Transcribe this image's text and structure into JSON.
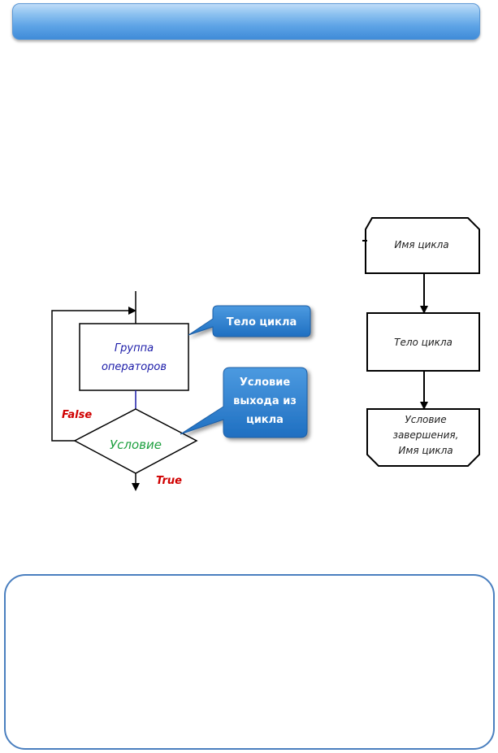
{
  "left_flowchart": {
    "process_text": [
      "Группа",
      "операторов"
    ],
    "condition_text": "Условие",
    "false_label": "False",
    "true_label": "True",
    "callout_body": "Тело цикла",
    "callout_exit": [
      "Условие",
      "выхода из",
      "цикла"
    ]
  },
  "right_flowchart": {
    "loop_start": "Имя цикла",
    "loop_body": "Тело цикла",
    "loop_end": [
      "Условие",
      "завершения,",
      "Имя цикла"
    ]
  },
  "colors": {
    "process_text": "#1a1aa8",
    "condition_text": "#1ea040",
    "false_true": "#d00000",
    "callout": "#2f80cf",
    "blue_line": "#1a1aa8"
  }
}
